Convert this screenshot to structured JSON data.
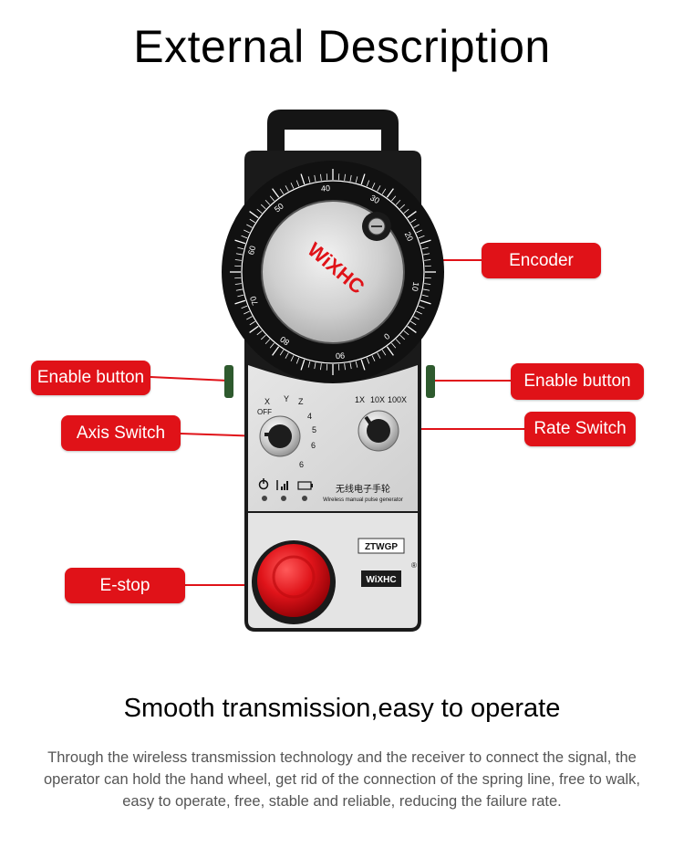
{
  "heading": "External Description",
  "callouts": {
    "encoder": "Encoder",
    "enable_left": "Enable button",
    "enable_right": "Enable button",
    "axis_switch": "Axis Switch",
    "rate_switch": "Rate Switch",
    "estop": "E-stop"
  },
  "device": {
    "dial_numbers": [
      "40",
      "30",
      "20",
      "10",
      "0",
      "90",
      "80",
      "70",
      "60",
      "50"
    ],
    "brand": "WiXHC",
    "axis_labels": [
      "OFF",
      "X",
      "Y",
      "Z",
      "4",
      "5",
      "6",
      "6"
    ],
    "rate_labels": [
      "1X",
      "10X",
      "100X"
    ],
    "chinese_name": "无线电子手轮",
    "english_name": "Wireless manual pulse generator",
    "model": "ZTWGP",
    "registered": "®"
  },
  "colors": {
    "accent": "#e01218",
    "body": "#1a1a1a",
    "panel": "#d9d9d9"
  },
  "tagline": "Smooth transmission,easy to operate",
  "description": "Through the wireless transmission technology and the receiver to connect the signal, the operator can hold the hand wheel, get rid of the connection of the spring line, free to walk, easy to operate, free, stable and reliable, reducing the failure rate."
}
